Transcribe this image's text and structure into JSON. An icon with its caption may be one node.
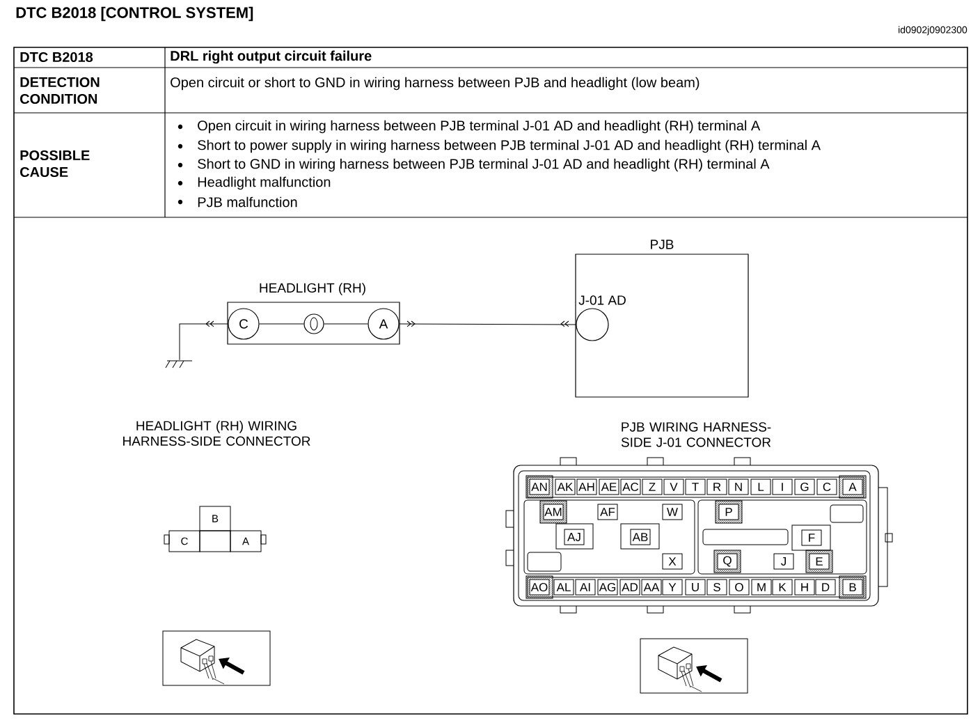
{
  "diagram": {
    "title": "DTC B2018 [CONTROL SYSTEM]",
    "nodes": [
      {
        "text": [
          "HEADLIGHT (RH)"
        ]
      },
      {
        "text": [
          "C"
        ],
        "in": 0
      },
      {
        "text": [],
        "shape": "circle",
        "in": 0
      },
      {
        "text": [
          "A"
        ],
        "in": 0
      },
      {
        "text": [
          "PJB"
        ]
      },
      {
        "text": [],
        "shape": "circle",
        "in": 4,
        "beside": [
          "J-01 AD"
        ]
      },
      {
        "text": [],
        "shape": "ground"
      }
    ],
    "edges": [
      {
        "from": 1,
        "to": 6,
        "arrow": "to"
      },
      {
        "from": 1,
        "to": 2,
        "arrow": "none"
      },
      {
        "from": 2,
        "to": 3,
        "arrow": "none"
      },
      {
        "from": 3,
        "to": 5,
        "arrow": "none"
      }
    ],
    "labels": [
      "id0902j0902300",
      "DTC B2018",
      "DRL right output circuit failure",
      "DETECTION CONDITION",
      "Open circuit or short to GND in wiring harness between PJB and headlight (low beam)",
      "POSSIBLE CAUSE",
      "Open circuit in wiring harness between PJB terminal J-01 AD and headlight (RH) terminal A",
      "Short to power supply in wiring harness between PJB terminal J-01 AD and headlight (RH) terminal A",
      "Short to GND in wiring harness between PJB terminal J-01 AD and headlight (RH) terminal A",
      "Headlight malfunction",
      "PJB malfunction",
      "HEADLIGHT (RH) WIRING HARNESS-SIDE CONNECTOR",
      "B",
      "C",
      "A",
      "PJB WIRING HARNESS-SIDE J-01 CONNECTOR",
      "AN",
      "AK",
      "AH",
      "AE",
      "AC",
      "Z",
      "V",
      "T",
      "R",
      "N",
      "L",
      "I",
      "G",
      "C",
      "A",
      "AM",
      "AF",
      "W",
      "P",
      "AJ",
      "AB",
      "F",
      "X",
      "Q",
      "J",
      "E",
      "AO",
      "AL",
      "AI",
      "AG",
      "AD",
      "AA",
      "Y",
      "U",
      "S",
      "O",
      "M",
      "K",
      "H",
      "D",
      "B"
    ]
  }
}
